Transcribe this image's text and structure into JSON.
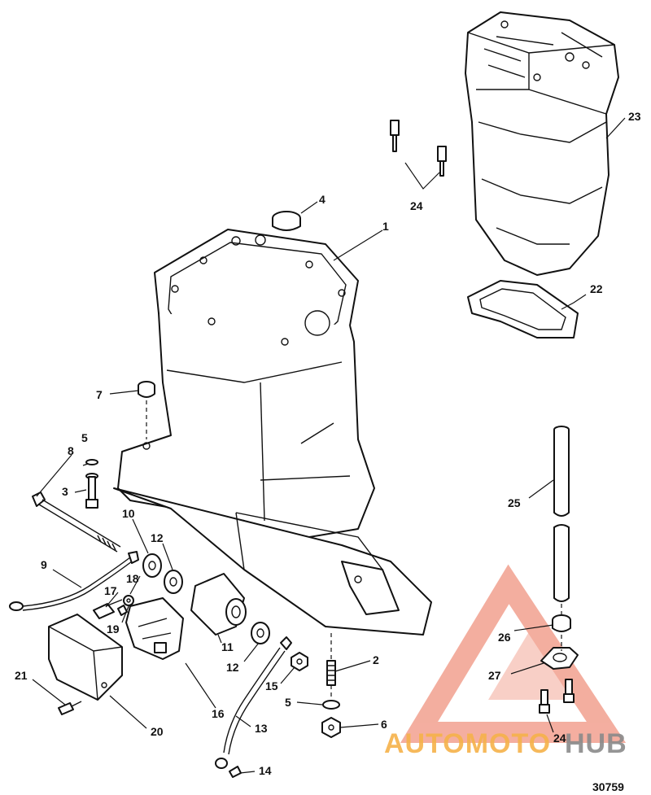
{
  "diagram": {
    "callouts": {
      "c1": "1",
      "c2": "2",
      "c3": "3",
      "c4": "4",
      "c5a": "5",
      "c5b": "5",
      "c6": "6",
      "c7": "7",
      "c8": "8",
      "c9": "9",
      "c10": "10",
      "c11": "11",
      "c12a": "12",
      "c12b": "12",
      "c13": "13",
      "c14": "14",
      "c15": "15",
      "c16": "16",
      "c17": "17",
      "c18": "18",
      "c19": "19",
      "c20": "20",
      "c21": "21",
      "c22": "22",
      "c23": "23",
      "c24a": "24",
      "c24b": "24",
      "c25": "25",
      "c26": "26",
      "c27": "27"
    },
    "figure_number": "30759"
  },
  "watermark": {
    "text_part1": "AUTOMOTO",
    "text_part2": "HUB",
    "color_primary": "#f2a08f",
    "color_secondary": "#8a8a8a",
    "color_orange": "#f6b24a"
  }
}
